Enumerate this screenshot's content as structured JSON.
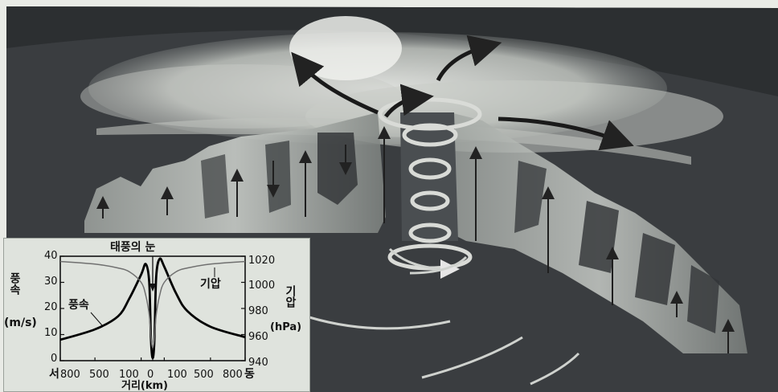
{
  "colors": {
    "background": "#3a3d40",
    "cloud": "#d8dcd6",
    "inset_bg": "#dfe3dd",
    "curve_wind": "#000000",
    "curve_pressure": "#707070"
  },
  "inset": {
    "eye_label": "태풍의 눈",
    "wind_curve_label": "풍속",
    "pressure_curve_label": "기압",
    "left_axis": {
      "title_chars": [
        "풍",
        "속"
      ],
      "unit": "(m/s)",
      "ticks": [
        "40",
        "30",
        "20",
        "10",
        "0"
      ]
    },
    "right_axis": {
      "title_chars": [
        "기",
        "압"
      ],
      "unit": "(hPa)",
      "ticks": [
        "1020",
        "1000",
        "980",
        "960",
        "940"
      ]
    },
    "x_axis": {
      "west_label": "서",
      "east_label": "동",
      "ticks": [
        "800",
        "500",
        "100",
        "0",
        "100",
        "500",
        "800"
      ],
      "title": "거리(km)"
    }
  },
  "chart_data": {
    "type": "line",
    "xlabel": "거리(km)",
    "x": [
      -800,
      -500,
      -300,
      -200,
      -100,
      -60,
      -30,
      -15,
      0,
      15,
      30,
      60,
      100,
      200,
      300,
      500,
      800
    ],
    "series": [
      {
        "name": "풍속",
        "axis": "left",
        "unit": "m/s",
        "values": [
          8,
          12,
          17,
          24,
          33,
          37,
          30,
          8,
          1,
          8,
          32,
          39,
          36,
          26,
          19,
          13,
          9
        ]
      },
      {
        "name": "기압",
        "axis": "right",
        "unit": "hPa",
        "values": [
          1016,
          1014,
          1011,
          1008,
          1000,
          990,
          975,
          958,
          950,
          958,
          975,
          990,
          1000,
          1008,
          1011,
          1014,
          1016
        ]
      }
    ],
    "ylim_left": [
      0,
      40
    ],
    "ylim_right": [
      940,
      1020
    ],
    "annotations": [
      "태풍의 눈"
    ]
  }
}
